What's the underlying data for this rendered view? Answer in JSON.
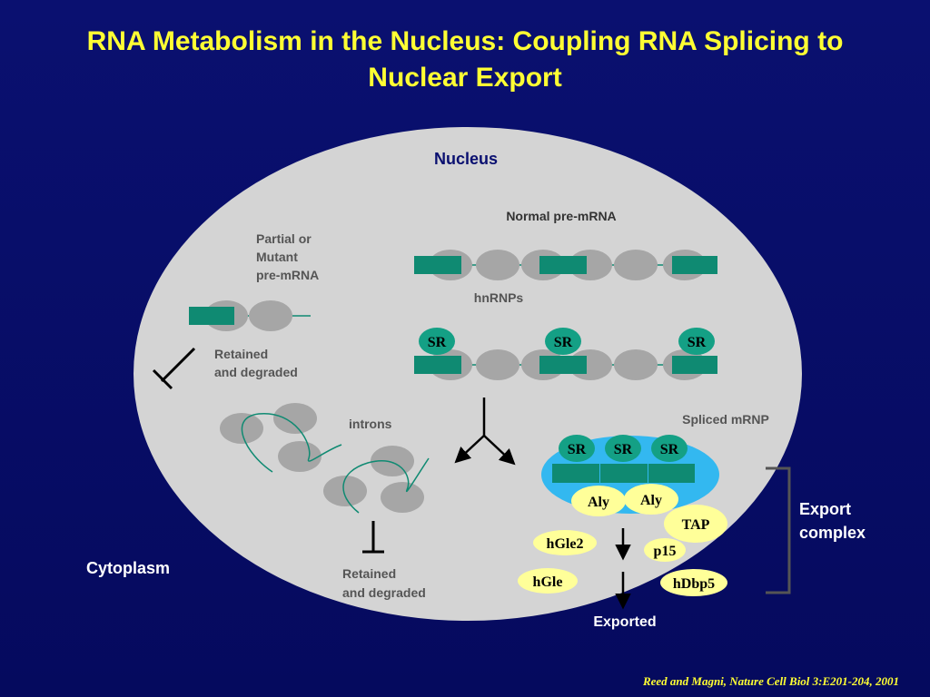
{
  "title": "RNA Metabolism in the Nucleus: Coupling RNA Splicing to Nuclear Export",
  "labels": {
    "nucleus": "Nucleus",
    "normal_pre_mrna": "Normal  pre-mRNA",
    "partial_line1": "Partial or",
    "partial_line2": "Mutant",
    "partial_line3": "pre-mRNA",
    "hnrnps": "hnRNPs",
    "retained1_line1": "Retained",
    "retained1_line2": "and degraded",
    "introns": "introns",
    "spliced_mrnp": "Spliced mRNP",
    "retained2_line1": "Retained",
    "retained2_line2": "and degraded",
    "cytoplasm": "Cytoplasm",
    "export_complex_line1": "Export",
    "export_complex_line2": "complex",
    "exported": "Exported"
  },
  "proteins": {
    "sr": "SR",
    "aly": "Aly",
    "tap": "TAP",
    "p15": "p15",
    "hgle2": "hGle2",
    "hgle": "hGle",
    "hdbp5": "hDbp5"
  },
  "citation": "Reed and Magni, Nature Cell Biol 3:E201-204, 2001",
  "colors": {
    "background": "#050a5e",
    "title": "#ffff33",
    "nucleus_fill": "#d4d4d4",
    "exon": "#0f8a72",
    "hnrnp": "#a6a6a6",
    "sr_fill": "#14a085",
    "mrnp_fill": "#33b8f0",
    "factor_fill": "#ffff99"
  }
}
